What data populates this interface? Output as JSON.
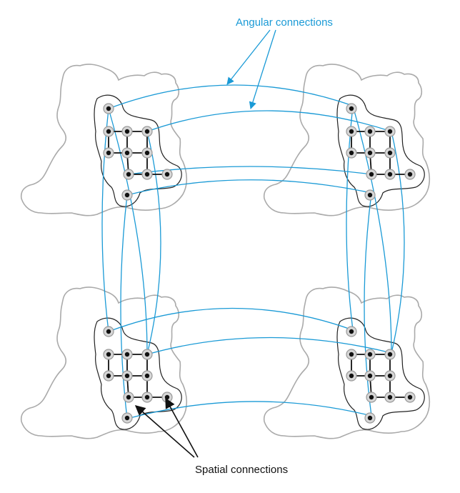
{
  "labels": {
    "angular": "Angular connections",
    "spatial": "Spatial connections"
  },
  "colors": {
    "angular": "#1a9ad6",
    "spatial": "#111111",
    "silhouette": "#aaaaaa",
    "node_ring": "#999999",
    "node_fill": "#d6d6d6",
    "node_center": "#111111",
    "region_outline": "#222222",
    "background": "#ffffff"
  },
  "views": [
    {
      "id": "top-left"
    },
    {
      "id": "top-right"
    },
    {
      "id": "bottom-left"
    },
    {
      "id": "bottom-right"
    }
  ]
}
